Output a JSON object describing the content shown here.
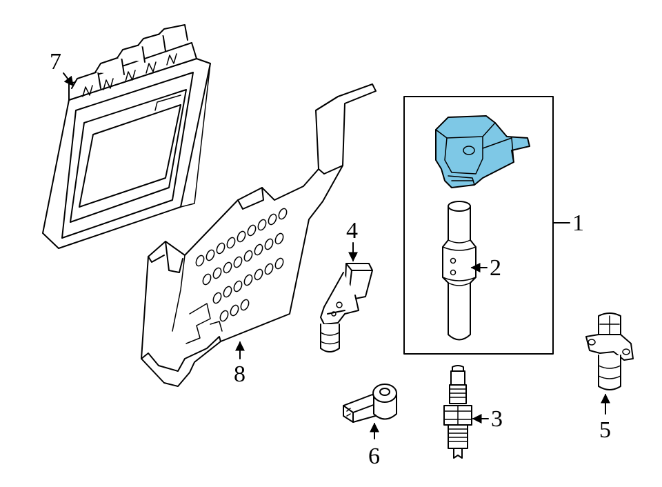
{
  "colors": {
    "line": "#000000",
    "background": "#ffffff",
    "highlight": "#7ec8e6"
  },
  "callouts": [
    {
      "id": "1",
      "text": "1"
    },
    {
      "id": "2",
      "text": "2"
    },
    {
      "id": "3",
      "text": "3"
    },
    {
      "id": "4",
      "text": "4"
    },
    {
      "id": "5",
      "text": "5"
    },
    {
      "id": "6",
      "text": "6"
    },
    {
      "id": "7",
      "text": "7"
    },
    {
      "id": "8",
      "text": "8"
    }
  ]
}
